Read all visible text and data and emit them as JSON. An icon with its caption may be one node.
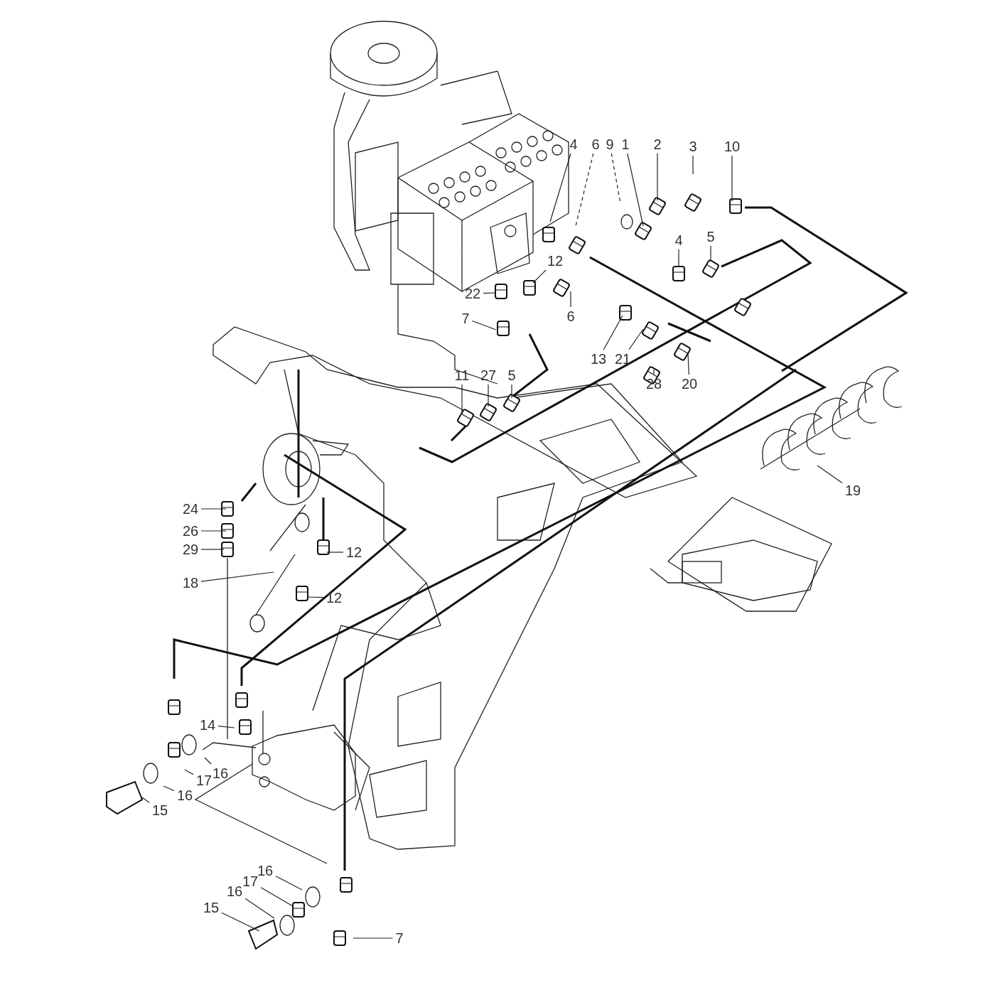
{
  "diagram": {
    "nodes": [
      {
        "text": [
          "4"
        ]
      },
      {
        "text": [
          "6"
        ]
      },
      {
        "text": [
          "9"
        ]
      },
      {
        "text": [
          "1"
        ]
      },
      {
        "text": [
          "2"
        ]
      },
      {
        "text": [
          "3"
        ]
      },
      {
        "text": [
          "10"
        ]
      },
      {
        "text": [
          "4"
        ]
      },
      {
        "text": [
          "5"
        ]
      },
      {
        "text": [
          "12"
        ]
      },
      {
        "text": [
          "22"
        ]
      },
      {
        "text": [
          "7"
        ]
      },
      {
        "text": [
          "6"
        ]
      },
      {
        "text": [
          "13"
        ]
      },
      {
        "text": [
          "21"
        ]
      },
      {
        "text": [
          "20"
        ]
      },
      {
        "text": [
          "28"
        ]
      },
      {
        "text": [
          "11"
        ]
      },
      {
        "text": [
          "27"
        ]
      },
      {
        "text": [
          "5"
        ]
      },
      {
        "text": [
          "19"
        ]
      },
      {
        "text": [
          "24"
        ]
      },
      {
        "text": [
          "26"
        ]
      },
      {
        "text": [
          "29"
        ]
      },
      {
        "text": [
          "18"
        ]
      },
      {
        "text": [
          "12"
        ]
      },
      {
        "text": [
          "12"
        ]
      },
      {
        "text": [
          "14"
        ]
      },
      {
        "text": [
          "16"
        ]
      },
      {
        "text": [
          "17"
        ]
      },
      {
        "text": [
          "16"
        ]
      },
      {
        "text": [
          "15"
        ]
      },
      {
        "text": [
          "16"
        ]
      },
      {
        "text": [
          "17"
        ]
      },
      {
        "text": [
          "16"
        ]
      },
      {
        "text": [
          "15"
        ]
      },
      {
        "text": [
          "7"
        ]
      }
    ],
    "edges": [
      {
        "from": 0,
        "to": null,
        "arrow": "none"
      },
      {
        "from": 1,
        "to": null,
        "arrow": "none",
        "style": "dashed"
      },
      {
        "from": 2,
        "to": null,
        "arrow": "none",
        "style": "dashed"
      },
      {
        "from": 3,
        "to": null,
        "arrow": "none"
      },
      {
        "from": 4,
        "to": null,
        "arrow": "none"
      },
      {
        "from": 5,
        "to": null,
        "arrow": "none"
      },
      {
        "from": 6,
        "to": null,
        "arrow": "none"
      },
      {
        "from": 7,
        "to": null,
        "arrow": "none"
      },
      {
        "from": 8,
        "to": null,
        "arrow": "none"
      },
      {
        "from": 9,
        "to": null,
        "arrow": "none"
      },
      {
        "from": 10,
        "to": null,
        "arrow": "none"
      },
      {
        "from": 11,
        "to": null,
        "arrow": "none"
      },
      {
        "from": 12,
        "to": null,
        "arrow": "none"
      },
      {
        "from": 13,
        "to": null,
        "arrow": "none"
      },
      {
        "from": 14,
        "to": null,
        "arrow": "none"
      },
      {
        "from": 15,
        "to": null,
        "arrow": "none"
      },
      {
        "from": 16,
        "to": null,
        "arrow": "none"
      },
      {
        "from": 17,
        "to": null,
        "arrow": "none"
      },
      {
        "from": 18,
        "to": null,
        "arrow": "none"
      },
      {
        "from": 19,
        "to": null,
        "arrow": "none"
      },
      {
        "from": 20,
        "to": null,
        "arrow": "none"
      },
      {
        "from": 21,
        "to": null,
        "arrow": "none"
      },
      {
        "from": 22,
        "to": null,
        "arrow": "none"
      },
      {
        "from": 23,
        "to": null,
        "arrow": "none"
      },
      {
        "from": 24,
        "to": null,
        "arrow": "none"
      },
      {
        "from": 25,
        "to": null,
        "arrow": "none"
      },
      {
        "from": 26,
        "to": null,
        "arrow": "none"
      },
      {
        "from": 27,
        "to": null,
        "arrow": "none"
      },
      {
        "from": 28,
        "to": null,
        "arrow": "none"
      },
      {
        "from": 29,
        "to": null,
        "arrow": "none"
      },
      {
        "from": 30,
        "to": null,
        "arrow": "none"
      },
      {
        "from": 31,
        "to": null,
        "arrow": "none"
      },
      {
        "from": 32,
        "to": null,
        "arrow": "none"
      },
      {
        "from": 33,
        "to": null,
        "arrow": "none"
      },
      {
        "from": 34,
        "to": null,
        "arrow": "none"
      },
      {
        "from": 35,
        "to": null,
        "arrow": "none"
      },
      {
        "from": 36,
        "to": null,
        "arrow": "none"
      }
    ]
  }
}
